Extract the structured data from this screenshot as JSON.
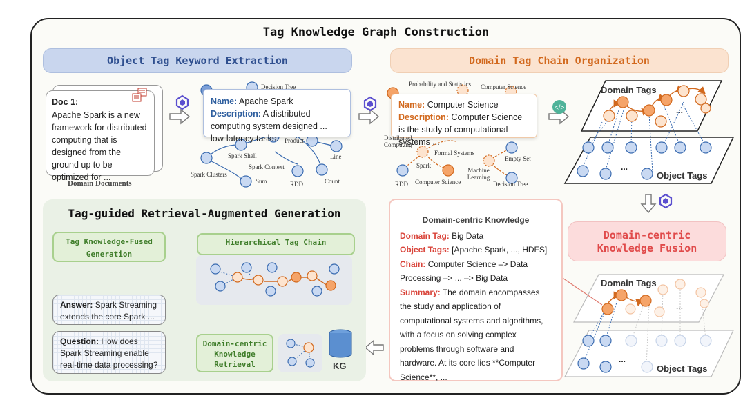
{
  "title": "Tag Knowledge Graph Construction",
  "section_object_tag": "Object Tag Keyword Extraction",
  "section_domain_chain": "Domain Tag Chain Organization",
  "section_rag": "Tag-guided Retrieval-Augmented Generation",
  "section_fusion_line1": "Domain-centric",
  "section_fusion_line2": "Knowledge Fusion",
  "doc": {
    "title": "Doc 1:",
    "text": "Apache Spark is a new framework for distributed computing that is designed from the ground up to be optimized for  ...",
    "caption": "Domain Documents"
  },
  "spark_card": {
    "name_label": "Name:",
    "name_value": "Apache Spark",
    "desc_label": "Description:",
    "desc_value": "A distributed computing system designed ... low-latency tasks."
  },
  "object_graph_labels": [
    "Decision Tree",
    "Product",
    "Line",
    "Spark Shell",
    "Spark Context",
    "Spark Clusters",
    "Sum",
    "RDD",
    "Count"
  ],
  "cs_card": {
    "name_label": "Name:",
    "name_value": "Computer Science",
    "desc_label": "Description:",
    "desc_value": "Computer Science is the study of computational systems ..."
  },
  "domain_graph_labels": [
    "Probability and Statistics",
    "Computer Science",
    "Distributed Computing",
    "Formal Systems",
    "Empty Set",
    "Spark",
    "Machine Learning",
    "RDD",
    "Computer Science",
    "Decision Tree"
  ],
  "layer_labels": {
    "domain_tags": "Domain Tags",
    "object_tags": "Object Tags",
    "ellipsis": "..."
  },
  "knowledge": {
    "title": "Domain-centric Knowledge",
    "domain_tag_label": "Domain Tag:",
    "domain_tag_value": "Big Data",
    "object_tags_label": "Object Tags:",
    "object_tags_value": "[Apache Spark, ..., HDFS]",
    "chain_label": "Chain:",
    "chain_value": "Computer Science –> Data Processing –> ... –> Big Data",
    "summary_label": "Summary:",
    "summary_value": "The domain encompasses the study and application of computational systems and algorithms, with a focus on solving complex problems through software and hardware. At its core lies **Computer Science**, ..."
  },
  "rag": {
    "fused_gen_line1": "Tag Knowledge-Fused",
    "fused_gen_line2": "Generation",
    "hierarchical": "Hierarchical Tag Chain Integration",
    "retrieval_line1": "Domain-centric",
    "retrieval_line2": "Knowledge",
    "retrieval_line3": "Retrieval",
    "answer_label": "Answer:",
    "answer_value": "Spark Streaming extends the core Spark ...",
    "question_label": "Question:",
    "question_value": "How does Spark Streaming enable real-time data processing?",
    "kg_label": "KG"
  },
  "colors": {
    "blue_node": "#c9d9f2",
    "blue_stroke": "#3a6bb0",
    "orange_node": "#f5a469",
    "orange_stroke": "#d2691e",
    "green": "#4fb39a",
    "purple_logo": "#5b4fcf"
  },
  "icons": [
    "llm-logo-icon",
    "code-tag-icon",
    "database-icon",
    "document-icon",
    "arrow-icon"
  ]
}
